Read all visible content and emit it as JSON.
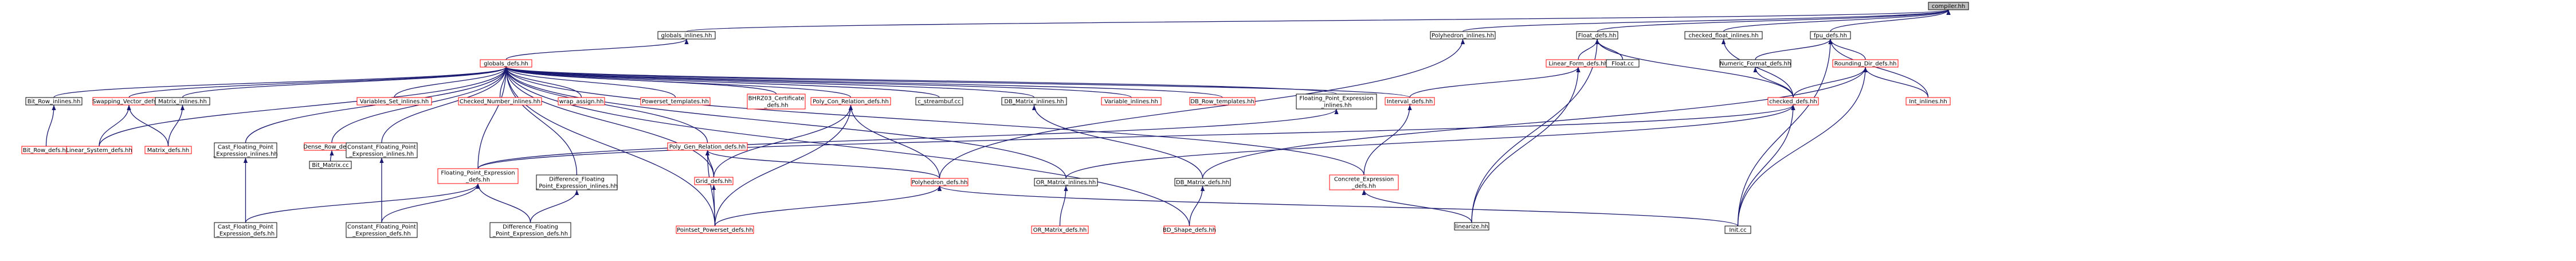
{
  "nodes": {
    "compiler_hh": {
      "lines": [
        "compiler.hh"
      ],
      "style": "root"
    },
    "globals_inlines_hh": {
      "lines": [
        "globals_inlines.hh"
      ],
      "style": "black"
    },
    "Polyhedron_inlines_hh": {
      "lines": [
        "Polyhedron_inlines.hh"
      ],
      "style": "black"
    },
    "Float_defs_hh": {
      "lines": [
        "Float_defs.hh"
      ],
      "style": "black"
    },
    "checked_float_inlines_hh": {
      "lines": [
        "checked_float_inlines.hh"
      ],
      "style": "black"
    },
    "fpu_defs_hh": {
      "lines": [
        "fpu_defs.hh"
      ],
      "style": "black"
    },
    "globals_defs_hh": {
      "lines": [
        "globals_defs.hh"
      ],
      "style": "red"
    },
    "Linear_Form_defs_hh": {
      "lines": [
        "Linear_Form_defs.hh"
      ],
      "style": "red"
    },
    "Float_cc": {
      "lines": [
        "Float.cc"
      ],
      "style": "black"
    },
    "Numeric_Format_defs_hh": {
      "lines": [
        "Numeric_Format_defs.hh"
      ],
      "style": "black"
    },
    "Rounding_Dir_defs_hh": {
      "lines": [
        "Rounding_Dir_defs.hh"
      ],
      "style": "red"
    },
    "Bit_Row_inlines_hh": {
      "lines": [
        "Bit_Row_inlines.hh"
      ],
      "style": "black"
    },
    "Swapping_Vector_defs_hh": {
      "lines": [
        "Swapping_Vector_defs.hh"
      ],
      "style": "red"
    },
    "Matrix_inlines_hh": {
      "lines": [
        "Matrix_inlines.hh"
      ],
      "style": "black"
    },
    "Variables_Set_inlines_hh": {
      "lines": [
        "Variables_Set_inlines.hh"
      ],
      "style": "red"
    },
    "Checked_Number_inlines_hh": {
      "lines": [
        "Checked_Number_inlines.hh"
      ],
      "style": "red"
    },
    "wrap_assign_hh": {
      "lines": [
        "wrap_assign.hh"
      ],
      "style": "red"
    },
    "Powerset_templates_hh": {
      "lines": [
        "Powerset_templates.hh"
      ],
      "style": "red"
    },
    "BHRZ03_Certificate_defs_hh": {
      "lines": [
        "BHRZ03_Certificate",
        "_defs.hh"
      ],
      "style": "red"
    },
    "Poly_Con_Relation_defs_hh": {
      "lines": [
        "Poly_Con_Relation_defs.hh"
      ],
      "style": "red"
    },
    "c_streambuf_cc": {
      "lines": [
        "c_streambuf.cc"
      ],
      "style": "black"
    },
    "DB_Matrix_inlines_hh": {
      "lines": [
        "DB_Matrix_inlines.hh"
      ],
      "style": "black"
    },
    "Variable_inlines_hh": {
      "lines": [
        "Variable_inlines.hh"
      ],
      "style": "red"
    },
    "DB_Row_templates_hh": {
      "lines": [
        "DB_Row_templates.hh"
      ],
      "style": "red"
    },
    "Floating_Point_Expression_inlines_hh": {
      "lines": [
        "Floating_Point_Expression",
        "_inlines.hh"
      ],
      "style": "black"
    },
    "Interval_defs_hh": {
      "lines": [
        "Interval_defs.hh"
      ],
      "style": "red"
    },
    "checked_defs_hh": {
      "lines": [
        "checked_defs.hh"
      ],
      "style": "red"
    },
    "Int_inlines_hh": {
      "lines": [
        "Int_inlines.hh"
      ],
      "style": "red"
    },
    "Bit_Row_defs_hh": {
      "lines": [
        "Bit_Row_defs.hh"
      ],
      "style": "red"
    },
    "Linear_System_defs_hh": {
      "lines": [
        "Linear_System_defs.hh"
      ],
      "style": "red"
    },
    "Matrix_defs_hh": {
      "lines": [
        "Matrix_defs.hh"
      ],
      "style": "red"
    },
    "Cast_Floating_Point_Expression_inlines_hh": {
      "lines": [
        "Cast_Floating_Point",
        "_Expression_inlines.hh"
      ],
      "style": "black"
    },
    "Dense_Row_defs_hh": {
      "lines": [
        "Dense_Row_defs.hh"
      ],
      "style": "red"
    },
    "Bit_Matrix_cc": {
      "lines": [
        "Bit_Matrix.cc"
      ],
      "style": "black"
    },
    "Constant_Floating_Point_Expression_inlines_hh": {
      "lines": [
        "Constant_Floating_Point",
        "_Expression_inlines.hh"
      ],
      "style": "black"
    },
    "Floating_Point_Expression_defs_hh": {
      "lines": [
        "Floating_Point_Expression",
        "_defs.hh"
      ],
      "style": "red"
    },
    "Difference_Floating_Point_Expression_inlines_hh": {
      "lines": [
        "Difference_Floating",
        "_Point_Expression_inlines.hh"
      ],
      "style": "black"
    },
    "Poly_Gen_Relation_defs_hh": {
      "lines": [
        "Poly_Gen_Relation_defs.hh"
      ],
      "style": "red"
    },
    "Grid_defs_hh": {
      "lines": [
        "Grid_defs.hh"
      ],
      "style": "red"
    },
    "Polyhedron_defs_hh": {
      "lines": [
        "Polyhedron_defs.hh"
      ],
      "style": "red"
    },
    "OR_Matrix_inlines_hh": {
      "lines": [
        "OR_Matrix_inlines.hh"
      ],
      "style": "black"
    },
    "DB_Matrix_defs_hh": {
      "lines": [
        "DB_Matrix_defs.hh"
      ],
      "style": "black"
    },
    "Concrete_Expression_defs_hh": {
      "lines": [
        "Concrete_Expression",
        "_defs.hh"
      ],
      "style": "red"
    },
    "Cast_Floating_Point_Expression_defs_hh": {
      "lines": [
        "Cast_Floating_Point",
        "_Expression_defs.hh"
      ],
      "style": "black"
    },
    "Constant_Floating_Point_Expression_defs_hh": {
      "lines": [
        "Constant_Floating_Point",
        "_Expression_defs.hh"
      ],
      "style": "black"
    },
    "Difference_Floating_Point_Expression_defs_hh": {
      "lines": [
        "Difference_Floating",
        "_Point_Expression_defs.hh"
      ],
      "style": "black"
    },
    "Pointset_Powerset_defs_hh": {
      "lines": [
        "Pointset_Powerset_defs.hh"
      ],
      "style": "red"
    },
    "OR_Matrix_defs_hh": {
      "lines": [
        "OR_Matrix_defs.hh"
      ],
      "style": "red"
    },
    "BD_Shape_defs_hh": {
      "lines": [
        "BD_Shape_defs.hh"
      ],
      "style": "red"
    },
    "linearize_hh": {
      "lines": [
        "linearize.hh"
      ],
      "style": "black"
    },
    "Init_cc": {
      "lines": [
        "Init.cc"
      ],
      "style": "black"
    }
  },
  "edges": [
    [
      "compiler_hh",
      "globals_inlines_hh"
    ],
    [
      "compiler_hh",
      "Polyhedron_inlines_hh"
    ],
    [
      "compiler_hh",
      "Float_defs_hh"
    ],
    [
      "compiler_hh",
      "checked_float_inlines_hh"
    ],
    [
      "compiler_hh",
      "fpu_defs_hh"
    ],
    [
      "globals_inlines_hh",
      "globals_defs_hh"
    ],
    [
      "Polyhedron_inlines_hh",
      "Polyhedron_defs_hh"
    ],
    [
      "Float_defs_hh",
      "Linear_Form_defs_hh"
    ],
    [
      "Float_defs_hh",
      "Float_cc"
    ],
    [
      "Float_defs_hh",
      "checked_defs_hh"
    ],
    [
      "Float_defs_hh",
      "linearize_hh"
    ],
    [
      "checked_float_inlines_hh",
      "checked_defs_hh"
    ],
    [
      "fpu_defs_hh",
      "Numeric_Format_defs_hh"
    ],
    [
      "fpu_defs_hh",
      "Rounding_Dir_defs_hh"
    ],
    [
      "fpu_defs_hh",
      "Int_inlines_hh"
    ],
    [
      "fpu_defs_hh",
      "Init_cc"
    ],
    [
      "globals_defs_hh",
      "Bit_Row_inlines_hh"
    ],
    [
      "globals_defs_hh",
      "Swapping_Vector_defs_hh"
    ],
    [
      "globals_defs_hh",
      "Matrix_inlines_hh"
    ],
    [
      "globals_defs_hh",
      "Cast_Floating_Point_Expression_inlines_hh"
    ],
    [
      "globals_defs_hh",
      "Dense_Row_defs_hh"
    ],
    [
      "globals_defs_hh",
      "Constant_Floating_Point_Expression_inlines_hh"
    ],
    [
      "globals_defs_hh",
      "Floating_Point_Expression_defs_hh"
    ],
    [
      "globals_defs_hh",
      "Difference_Floating_Point_Expression_inlines_hh"
    ],
    [
      "globals_defs_hh",
      "Variables_Set_inlines_hh"
    ],
    [
      "globals_defs_hh",
      "Checked_Number_inlines_hh"
    ],
    [
      "globals_defs_hh",
      "wrap_assign_hh"
    ],
    [
      "globals_defs_hh",
      "Powerset_templates_hh"
    ],
    [
      "globals_defs_hh",
      "Poly_Gen_Relation_defs_hh"
    ],
    [
      "globals_defs_hh",
      "BHRZ03_Certificate_defs_hh"
    ],
    [
      "globals_defs_hh",
      "Poly_Con_Relation_defs_hh"
    ],
    [
      "globals_defs_hh",
      "c_streambuf_cc"
    ],
    [
      "globals_defs_hh",
      "DB_Matrix_inlines_hh"
    ],
    [
      "globals_defs_hh",
      "Variable_inlines_hh"
    ],
    [
      "globals_defs_hh",
      "DB_Row_templates_hh"
    ],
    [
      "globals_defs_hh",
      "Floating_Point_Expression_inlines_hh"
    ],
    [
      "globals_defs_hh",
      "Interval_defs_hh"
    ],
    [
      "globals_defs_hh",
      "Grid_defs_hh"
    ],
    [
      "globals_defs_hh",
      "Pointset_Powerset_defs_hh"
    ],
    [
      "globals_defs_hh",
      "OR_Matrix_inlines_hh"
    ],
    [
      "globals_defs_hh",
      "BD_Shape_defs_hh"
    ],
    [
      "globals_defs_hh",
      "Concrete_Expression_defs_hh"
    ],
    [
      "globals_defs_hh",
      "Linear_System_defs_hh"
    ],
    [
      "Linear_Form_defs_hh",
      "Interval_defs_hh"
    ],
    [
      "Linear_Form_defs_hh",
      "linearize_hh"
    ],
    [
      "Numeric_Format_defs_hh",
      "checked_defs_hh"
    ],
    [
      "Rounding_Dir_defs_hh",
      "checked_defs_hh"
    ],
    [
      "Rounding_Dir_defs_hh",
      "Int_inlines_hh"
    ],
    [
      "Rounding_Dir_defs_hh",
      "DB_Matrix_defs_hh"
    ],
    [
      "Rounding_Dir_defs_hh",
      "Init_cc"
    ],
    [
      "checked_defs_hh",
      "Floating_Point_Expression_defs_hh"
    ],
    [
      "checked_defs_hh",
      "Init_cc"
    ],
    [
      "checked_defs_hh",
      "OR_Matrix_inlines_hh"
    ],
    [
      "Bit_Row_inlines_hh",
      "Bit_Row_defs_hh"
    ],
    [
      "Swapping_Vector_defs_hh",
      "Linear_System_defs_hh"
    ],
    [
      "Swapping_Vector_defs_hh",
      "Matrix_defs_hh"
    ],
    [
      "Matrix_inlines_hh",
      "Matrix_defs_hh"
    ],
    [
      "Cast_Floating_Point_Expression_inlines_hh",
      "Cast_Floating_Point_Expression_defs_hh"
    ],
    [
      "Dense_Row_defs_hh",
      "Bit_Matrix_cc"
    ],
    [
      "Constant_Floating_Point_Expression_inlines_hh",
      "Constant_Floating_Point_Expression_defs_hh"
    ],
    [
      "Floating_Point_Expression_defs_hh",
      "Cast_Floating_Point_Expression_defs_hh"
    ],
    [
      "Floating_Point_Expression_defs_hh",
      "Constant_Floating_Point_Expression_defs_hh"
    ],
    [
      "Floating_Point_Expression_defs_hh",
      "Difference_Floating_Point_Expression_defs_hh"
    ],
    [
      "Difference_Floating_Point_Expression_inlines_hh",
      "Difference_Floating_Point_Expression_defs_hh"
    ],
    [
      "Floating_Point_Expression_inlines_hh",
      "Floating_Point_Expression_defs_hh"
    ],
    [
      "Poly_Gen_Relation_defs_hh",
      "Grid_defs_hh"
    ],
    [
      "Poly_Gen_Relation_defs_hh",
      "Polyhedron_defs_hh"
    ],
    [
      "Poly_Gen_Relation_defs_hh",
      "Pointset_Powerset_defs_hh"
    ],
    [
      "Poly_Con_Relation_defs_hh",
      "Grid_defs_hh"
    ],
    [
      "Poly_Con_Relation_defs_hh",
      "Polyhedron_defs_hh"
    ],
    [
      "Poly_Con_Relation_defs_hh",
      "Pointset_Powerset_defs_hh"
    ],
    [
      "DB_Matrix_inlines_hh",
      "DB_Matrix_defs_hh"
    ],
    [
      "Interval_defs_hh",
      "Concrete_Expression_defs_hh"
    ],
    [
      "Grid_defs_hh",
      "Pointset_Powerset_defs_hh"
    ],
    [
      "Polyhedron_defs_hh",
      "Pointset_Powerset_defs_hh"
    ],
    [
      "Polyhedron_defs_hh",
      "Init_cc"
    ],
    [
      "OR_Matrix_inlines_hh",
      "OR_Matrix_defs_hh"
    ],
    [
      "DB_Matrix_defs_hh",
      "BD_Shape_defs_hh"
    ],
    [
      "Concrete_Expression_defs_hh",
      "linearize_hh"
    ]
  ],
  "colors": {
    "edge": "#191970",
    "root_fill": "#bfbfbf",
    "red_border": "#ff0000"
  }
}
